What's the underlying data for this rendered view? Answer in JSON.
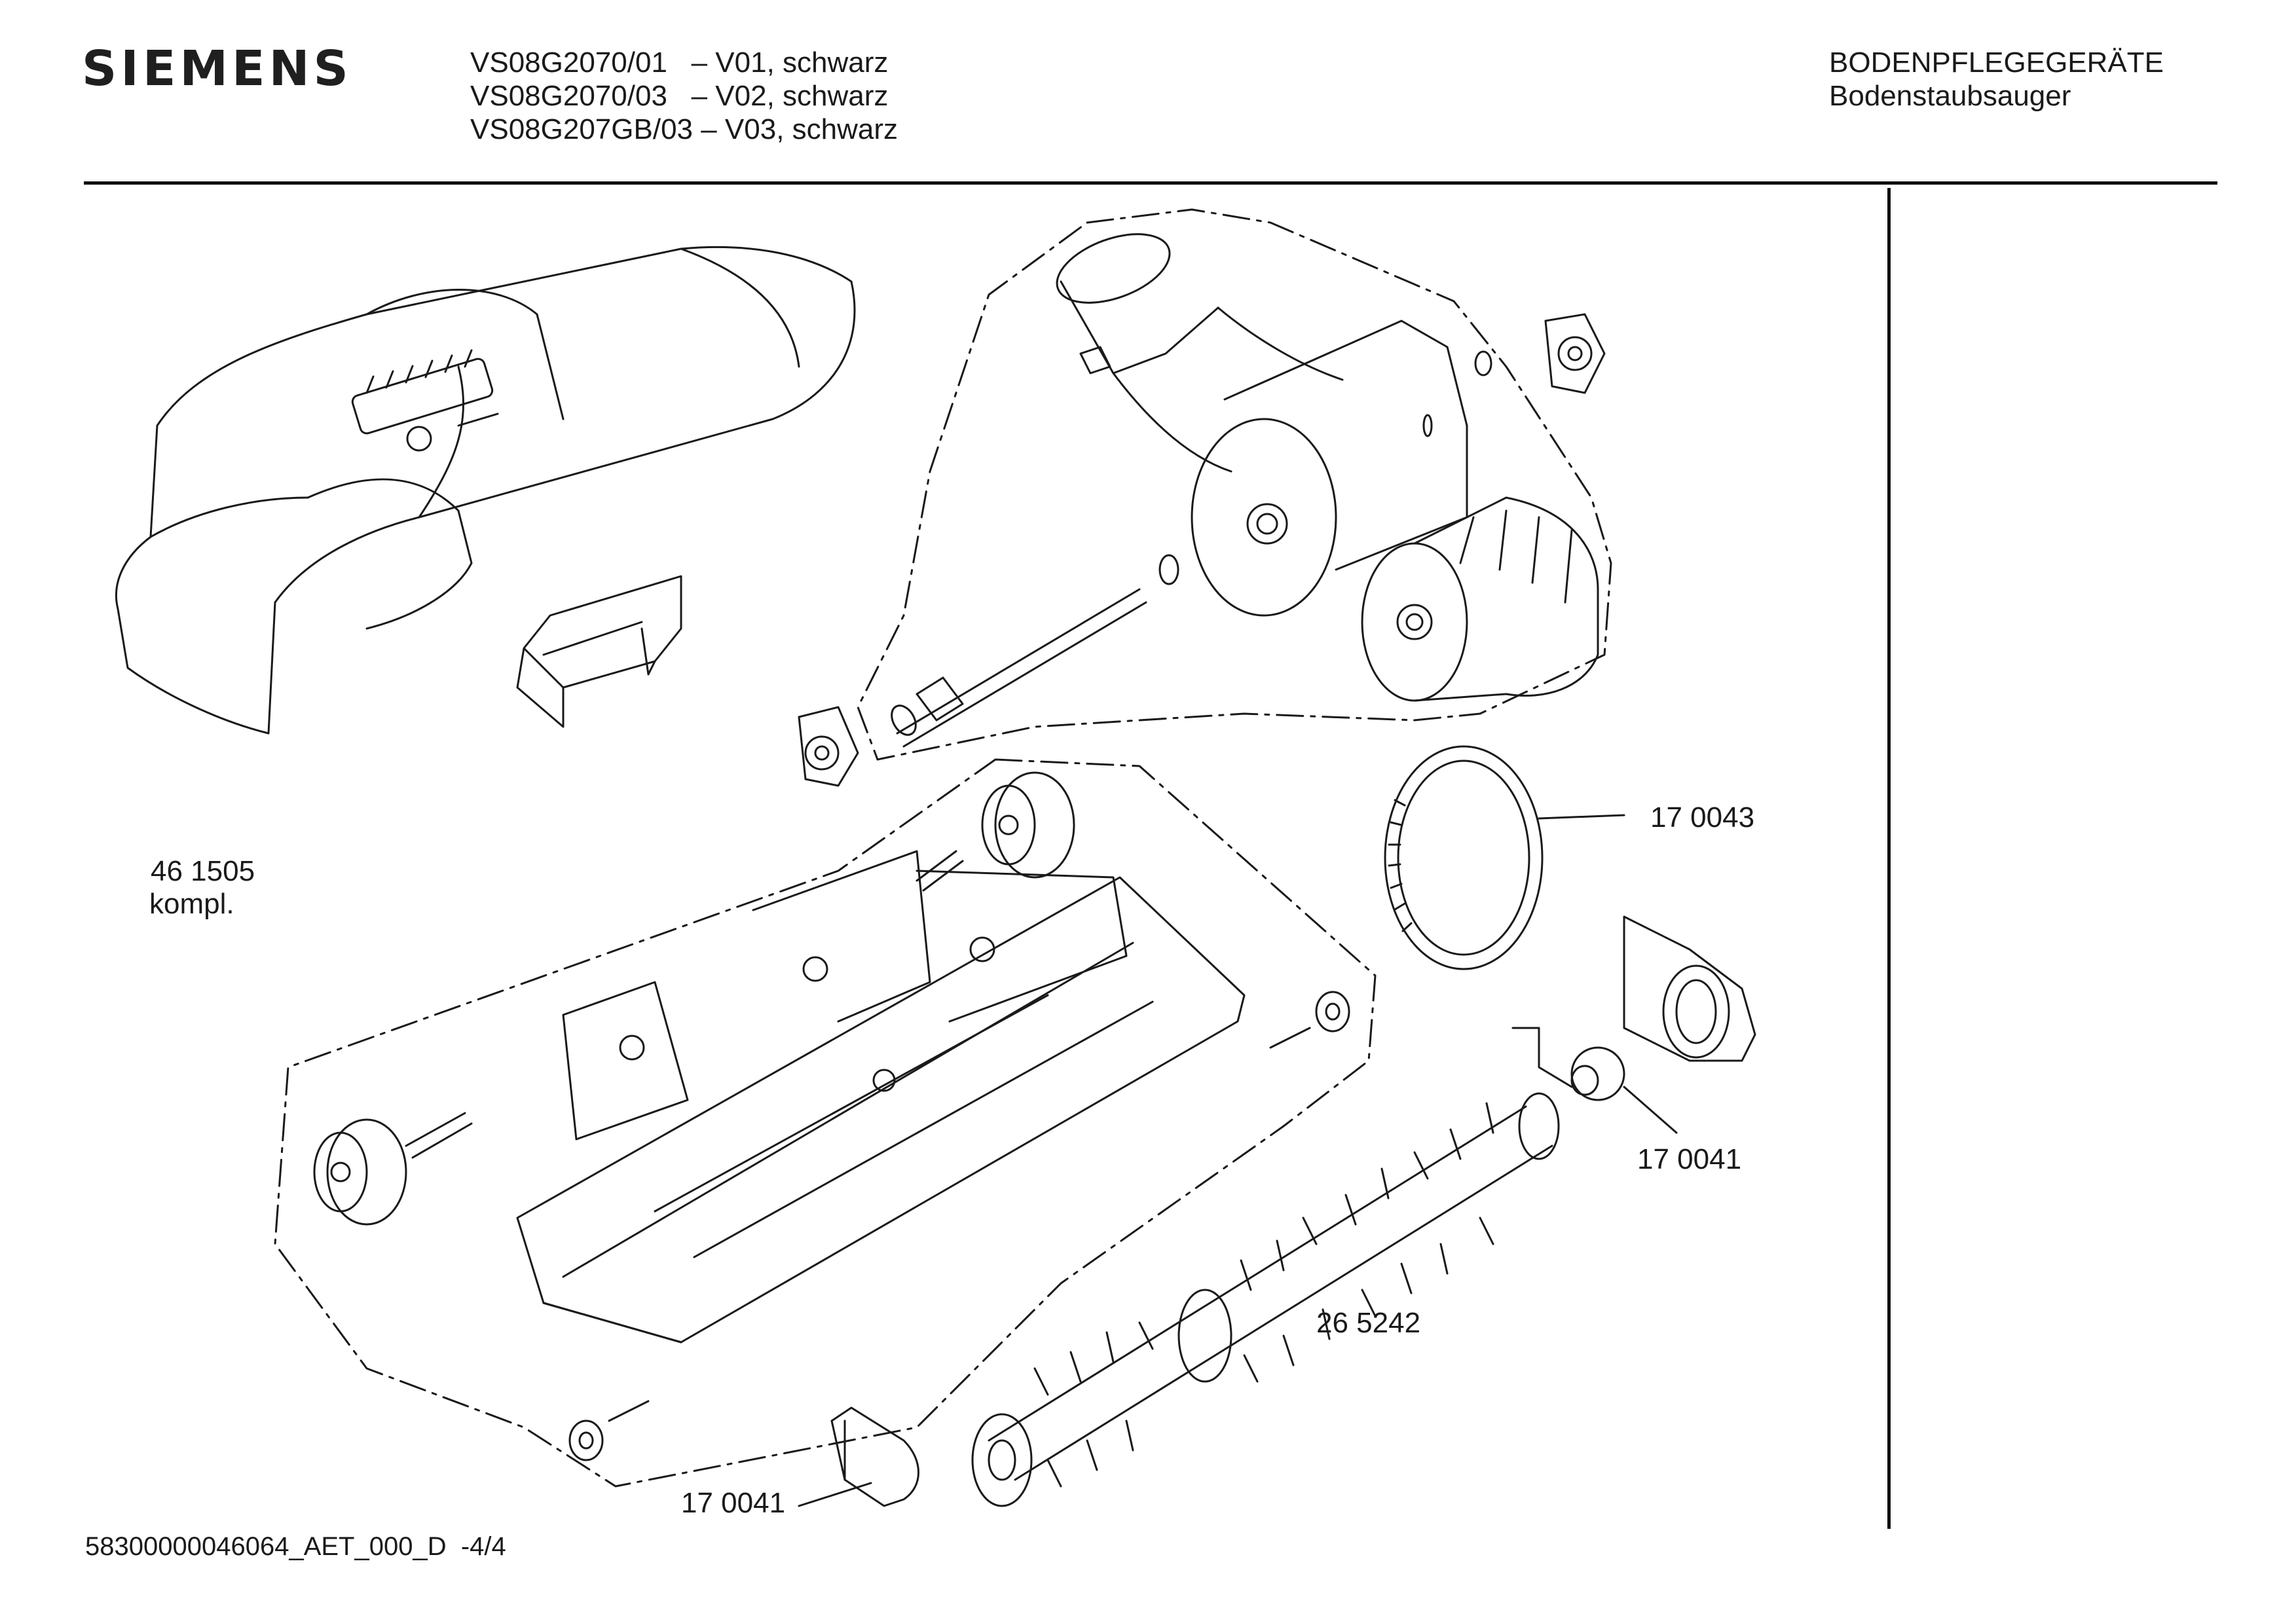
{
  "header": {
    "brand": "SIEMENS",
    "models": [
      "VS08G2070/01   – V01, schwarz",
      "VS08G2070/03   – V02, schwarz",
      "VS08G207GB/03 – V03, schwarz"
    ],
    "category": "BODENPFLEGEGERÄTE",
    "subcategory": "Bodenstaubsauger"
  },
  "diagram": {
    "labels": {
      "assembly_number": "46 1505",
      "assembly_note": "kompl.",
      "belt": "17 0043",
      "bearing_right": "17 0041",
      "brush_roll": "26 5242",
      "bearing_bottom": "17 0041"
    },
    "colors": {
      "line": "#1a1a1a",
      "paper": "#ffffff"
    }
  },
  "footer": {
    "document_code": "58300000046064_AET_000_D  -4/4"
  }
}
